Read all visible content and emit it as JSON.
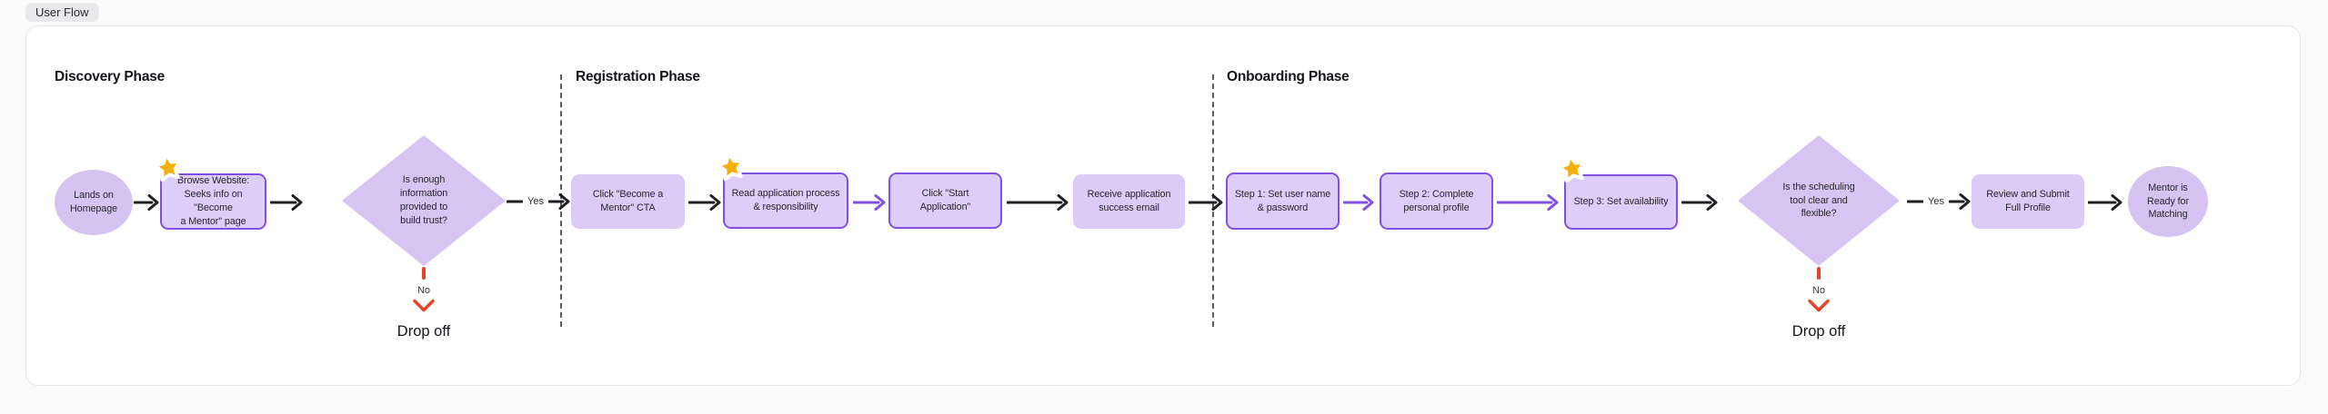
{
  "header": {
    "tab_label": "User Flow"
  },
  "colors": {
    "node_fill": "#DCCAF7",
    "node_fill_terminator": "#D6C3F1",
    "node_border_accent": "#8050E4",
    "arrow_dark": "#1F1F23",
    "arrow_purple": "#8050E4",
    "dropoff_red": "#E7432B",
    "star_gold": "#F6AE0B",
    "panel_bg": "#FFFFFF",
    "panel_border": "#E7E7EA"
  },
  "phases": [
    {
      "title": "Discovery Phase"
    },
    {
      "title": "Registration Phase"
    },
    {
      "title": "Onboarding Phase"
    }
  ],
  "nodes": [
    {
      "id": "lands-on-homepage",
      "type": "terminator",
      "label": "Lands on\nHomepage"
    },
    {
      "id": "browse-website",
      "type": "process-highlighted",
      "starred": true,
      "label": "Browse Website:\nSeeks info on \"Become\na Mentor\" page"
    },
    {
      "id": "trust-decision",
      "type": "decision",
      "label": "Is enough\ninformation\nprovided to\nbuild trust?"
    },
    {
      "id": "click-become-mentor-cta",
      "type": "process",
      "label": "Click \"Become a\nMentor\" CTA"
    },
    {
      "id": "read-application-process",
      "type": "process-highlighted",
      "starred": true,
      "label": "Read application process\n& responsibility"
    },
    {
      "id": "click-start-application",
      "type": "process-highlighted",
      "label": "Click \"Start\nApplication\""
    },
    {
      "id": "receive-success-email",
      "type": "process",
      "label": "Receive application\nsuccess email"
    },
    {
      "id": "step1-username-password",
      "type": "process-highlighted",
      "label": "Step 1: Set user name\n& password"
    },
    {
      "id": "step2-personal-profile",
      "type": "process-highlighted",
      "label": "Step 2: Complete\npersonal profile"
    },
    {
      "id": "step3-availability",
      "type": "process-highlighted",
      "starred": true,
      "label": "Step 3: Set availability"
    },
    {
      "id": "scheduling-decision",
      "type": "decision",
      "label": "Is the scheduling\ntool clear and\nflexible?"
    },
    {
      "id": "review-submit-profile",
      "type": "process",
      "label": "Review and Submit\nFull Profile"
    },
    {
      "id": "mentor-ready",
      "type": "terminator",
      "label": "Mentor is\nReady for\nMatching"
    }
  ],
  "edges": {
    "yes_label": "Yes",
    "no_label": "No",
    "dropoff_label": "Drop off"
  }
}
